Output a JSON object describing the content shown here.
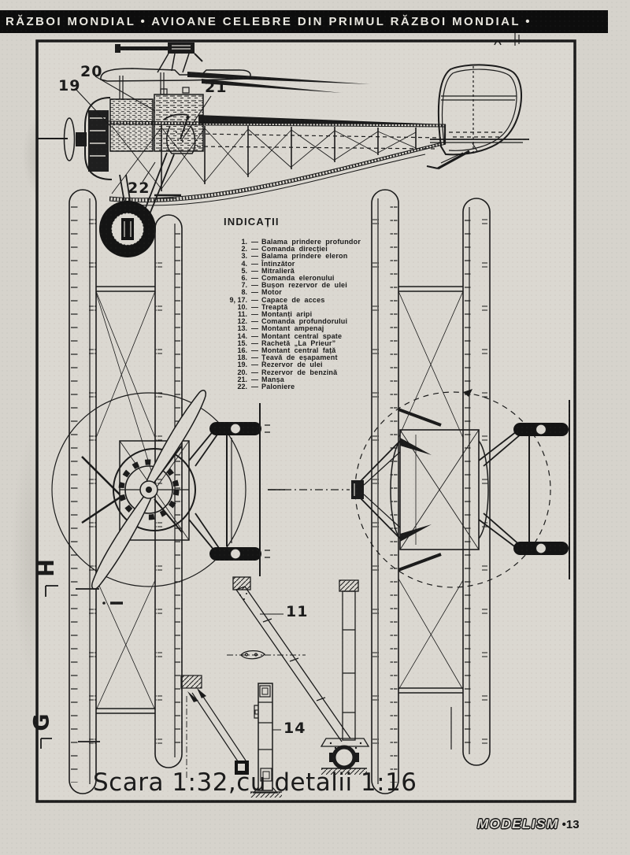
{
  "banner": {
    "text": "RĂZBOI MONDIAL • AVIOANE CELEBRE DIN PRIMUL RĂZBOI MONDIAL •"
  },
  "legend": {
    "title": "INDICAȚII",
    "items": [
      {
        "num": "1.",
        "text": "Balama prindere profundor"
      },
      {
        "num": "2.",
        "text": "Comanda direcției"
      },
      {
        "num": "3.",
        "text": "Balama prindere eleron"
      },
      {
        "num": "4.",
        "text": "Întinzător"
      },
      {
        "num": "5.",
        "text": "Mitralieră"
      },
      {
        "num": "6.",
        "text": "Comanda eleronului"
      },
      {
        "num": "7.",
        "text": "Bușon rezervor de ulei"
      },
      {
        "num": "8.",
        "text": "Motor"
      },
      {
        "num": "9, 17.",
        "text": "Capace de acces"
      },
      {
        "num": "10.",
        "text": "Treaptă"
      },
      {
        "num": "11.",
        "text": "Montanți aripi"
      },
      {
        "num": "12.",
        "text": "Comanda profundorului"
      },
      {
        "num": "13.",
        "text": "Montant ampenaj"
      },
      {
        "num": "14.",
        "text": "Montant central spate"
      },
      {
        "num": "15.",
        "text": "Rachetă „La Prieur”"
      },
      {
        "num": "16.",
        "text": "Montant central față"
      },
      {
        "num": "18.",
        "text": "Țeavă de eșapament"
      },
      {
        "num": "19.",
        "text": "Rezervor de ulei"
      },
      {
        "num": "20.",
        "text": "Rezervor de benzină"
      },
      {
        "num": "21.",
        "text": "Manșa"
      },
      {
        "num": "22.",
        "text": "Paloniere"
      }
    ]
  },
  "callouts": {
    "n19": "19",
    "n20": "20",
    "n21": "21",
    "n22": "22",
    "n11": "11",
    "n14": "14"
  },
  "sections": {
    "h": "H",
    "g": "G"
  },
  "scale_note": "Scara 1:32,cu detalii 1:16",
  "footer": {
    "magazine": "MODELISM",
    "page": "•13"
  },
  "colors": {
    "ink": "#1b1b1b",
    "paper": "#dbd8d1",
    "banner_bg": "#0d0d0d",
    "banner_text": "#e9e7e0"
  }
}
